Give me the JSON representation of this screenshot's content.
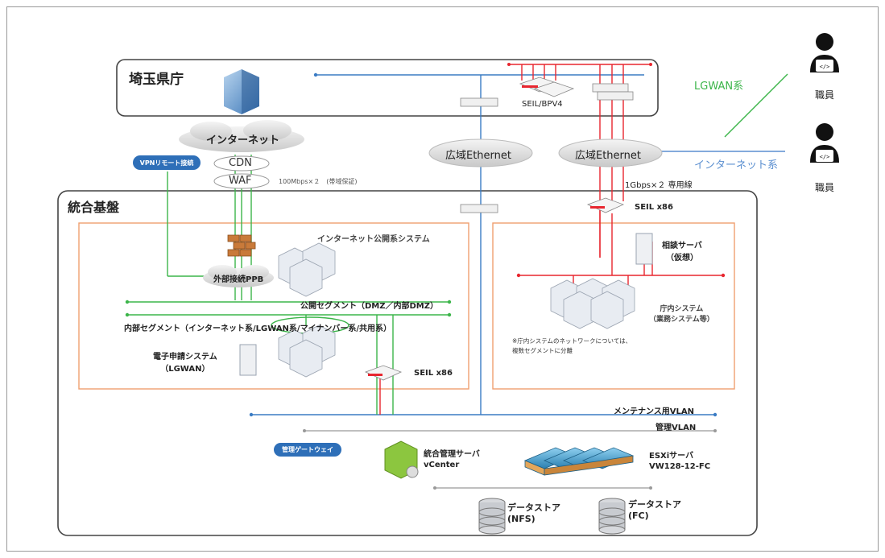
{
  "diagram": {
    "prefecture_office": "埼玉県庁",
    "integrated_platform": "統合基盤",
    "internet": "インターネット",
    "vpn_remote": "VPNリモート接続",
    "cdn": "CDN",
    "waf": "WAF",
    "bandwidth_internet": "100Mbps×２　(帯域保証)",
    "bandwidth_dedicated": "1Gbps×２ 専用線",
    "wide_area_ethernet_left": "広域Ethernet",
    "wide_area_ethernet_right": "広域Ethernet",
    "seil_bpv4": "SEIL/BPV4",
    "seil_x86_top": "SEIL x86",
    "seil_x86_bottom": "SEIL x86",
    "lgwan_line": "LGWAN系",
    "internet_line": "インターネット系",
    "staff_1": "職員",
    "staff_2": "職員",
    "internet_public_system": "インターネット公開系システム",
    "external_ppb": "外部接続PPB",
    "public_segment": "公開セグメント（DMZ／内部DMZ）",
    "internal_segment": "内部セグメント（インターネット系/LGWAN系/マイナンバー系/共用系）",
    "e_application_line1": "電子申請システム",
    "e_application_line2": "（LGWAN）",
    "consult_server_line1": "相談サーバ",
    "consult_server_line2": "（仮想）",
    "internal_system_line1": "庁内システム",
    "internal_system_line2": "（業務システム等）",
    "network_note_line1": "※庁内システムのネットワークについては、",
    "network_note_line2": "複数セグメントに分離",
    "maintenance_vlan": "メンテナンス用VLAN",
    "management_vlan": "管理VLAN",
    "management_gateway": "管理ゲートウェイ",
    "mgmt_server_line1": "統合管理サーバ",
    "mgmt_server_line2": "vCenter",
    "esxi_line1": "ESXiサーバ",
    "esxi_line2": "VW128-12-FC",
    "datastore_nfs_line1": "データストア",
    "datastore_nfs_line2": "(NFS)",
    "datastore_fc_line1": "データストア",
    "datastore_fc_line2": "(FC)"
  },
  "colors": {
    "green_line": "#3cb54a",
    "blue_line": "#3a7cc4",
    "red_line": "#e8262f",
    "orange_border": "#f0a070",
    "staff_blue": "#5b8fd0"
  }
}
